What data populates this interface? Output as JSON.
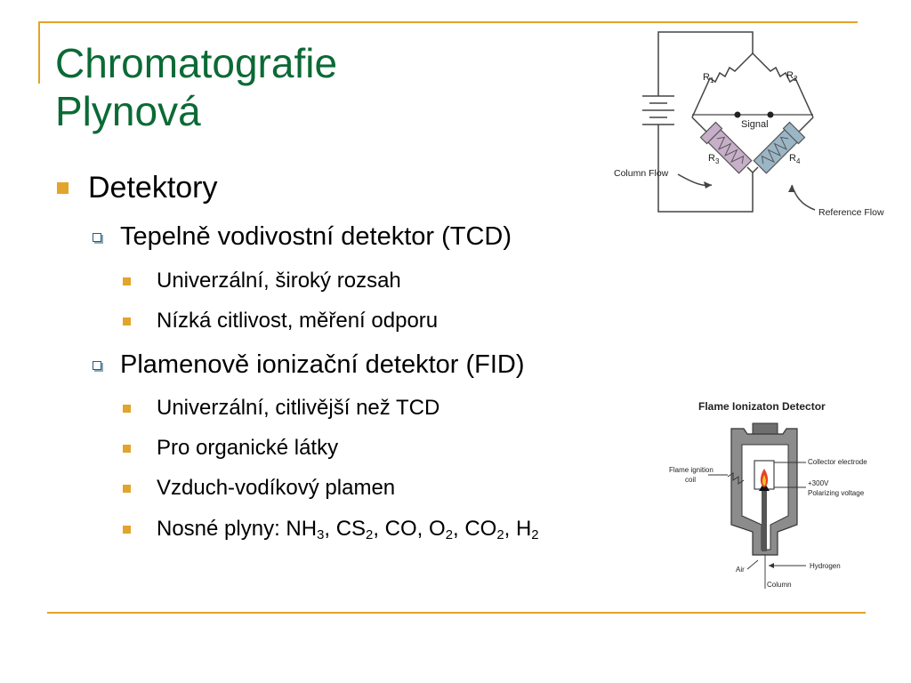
{
  "title": {
    "line1": "Chromatografie",
    "line2": "Plynová"
  },
  "bullets": {
    "detectors": "Detektory",
    "tcd": {
      "label": "Tepelně vodivostní detektor (TCD)",
      "items": [
        "Univerzální, široký rozsah",
        "Nízká citlivost, měření odporu"
      ]
    },
    "fid": {
      "label": "Plamenově ionizační detektor (FID)",
      "items": [
        "Univerzální, citlivější než TCD",
        "Pro organické látky",
        "Vzduch-vodíkový plamen"
      ],
      "gases_prefix": "Nosné plyny: ",
      "gases": [
        {
          "base": "NH",
          "sub": "3",
          "sep": ", "
        },
        {
          "base": "CS",
          "sub": "2",
          "sep": ", "
        },
        {
          "base": "CO",
          "sub": "",
          "sep": ", "
        },
        {
          "base": "O",
          "sub": "2",
          "sep": ", "
        },
        {
          "base": "CO",
          "sub": "2",
          "sep": ", "
        },
        {
          "base": "H",
          "sub": "2",
          "sep": ""
        }
      ]
    }
  },
  "tcd_diagram": {
    "r1": "R",
    "r1_sub": "1",
    "r2": "R",
    "r2_sub": "2",
    "r3": "R",
    "r3_sub": "3",
    "r4": "R",
    "r4_sub": "4",
    "signal": "Signal",
    "column_flow": "Column Flow",
    "reference_flow": "Reference Flow"
  },
  "fid_diagram": {
    "title": "Flame Ionizaton Detector",
    "collector_electrode": "Collector electrode",
    "voltage": "+300V",
    "polarizing_voltage": "Polarizing voltage",
    "ignition_coil_1": "Flame ignition",
    "ignition_coil_2": "coil",
    "air": "Air",
    "hydrogen": "Hydrogen",
    "column": "Column"
  },
  "colors": {
    "title": "#0b6a35",
    "accent": "#e2a42a",
    "r3_resistor": "#c7afc9",
    "r4_resistor": "#9bb6c7"
  }
}
